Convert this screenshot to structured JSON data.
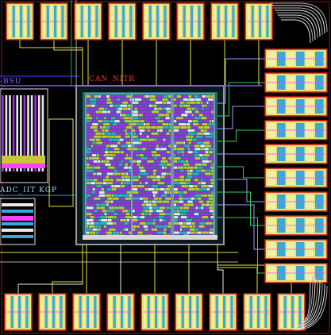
{
  "labels": {
    "can_label": "CAN_NITR",
    "bsu_label": "-BSU",
    "adc_label": "ADC_IIT KGP"
  },
  "colors": {
    "background": "#000000",
    "pad_fill": "#e8e070",
    "pad_ring": "#d01818",
    "core_wire": "#a030e0",
    "core_logic": "#c8c830",
    "core_fill": "#30b0c0",
    "routing_green": "#30d060",
    "routing_yellow": "#e0e040"
  },
  "pads": {
    "top_count": 8,
    "bottom_count": 9,
    "right_count": 10
  }
}
